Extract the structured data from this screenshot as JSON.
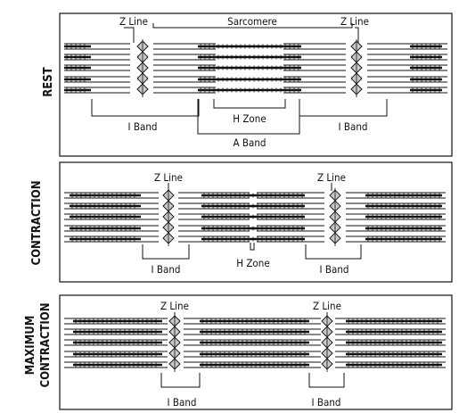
{
  "panels": [
    {
      "side_lines": [
        "REST"
      ],
      "labels": {
        "z1": "Z Line",
        "sarc": "Sarcomere",
        "z2": "Z Line",
        "iband_left": "I Band",
        "hzone": "H Zone",
        "iband_right": "I Band",
        "aband": "A Band"
      }
    },
    {
      "side_lines": [
        "CONTRACTION"
      ],
      "labels": {
        "z1": "Z Line",
        "z2": "Z Line",
        "iband_left": "I Band",
        "hzone": "H Zone",
        "iband_right": "I Band"
      }
    },
    {
      "side_lines": [
        "MAXIMUM",
        "CONTRACTION"
      ],
      "labels": {
        "z1": "Z Line",
        "z2": "Z Line",
        "iband_left": "I Band",
        "iband_right": "I Band"
      }
    }
  ],
  "colors": {
    "line": "#111111",
    "zdisc": "#c8c8c8"
  }
}
